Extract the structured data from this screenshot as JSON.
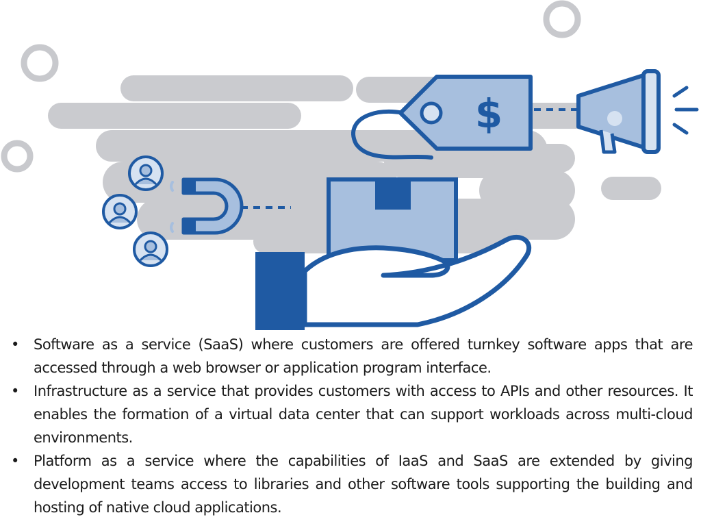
{
  "illustration": {
    "price_tag_symbol": "$",
    "colors": {
      "blob_gray": "#cacbcf",
      "ring_gray": "#c8c9cd",
      "dark_blue": "#1f5aa3",
      "mid_blue": "#2e66b0",
      "light_blue": "#a7bfde",
      "pale_blue": "#d6e2f1"
    }
  },
  "bullets": [
    {
      "text": "Software as a service (SaaS) where customers are offered turnkey software apps that are accessed through a web browser or application program interface."
    },
    {
      "text": "Infrastructure as a service that provides customers with access to APIs and other resources. It enables the formation of a virtual data center that can support workloads across multi-cloud environments."
    },
    {
      "text": "Platform as a service where the capabilities of IaaS and SaaS are extended by giving development teams access to libraries and other software tools supporting the building and hosting of native cloud applications."
    }
  ],
  "bullet_symbol": "•"
}
